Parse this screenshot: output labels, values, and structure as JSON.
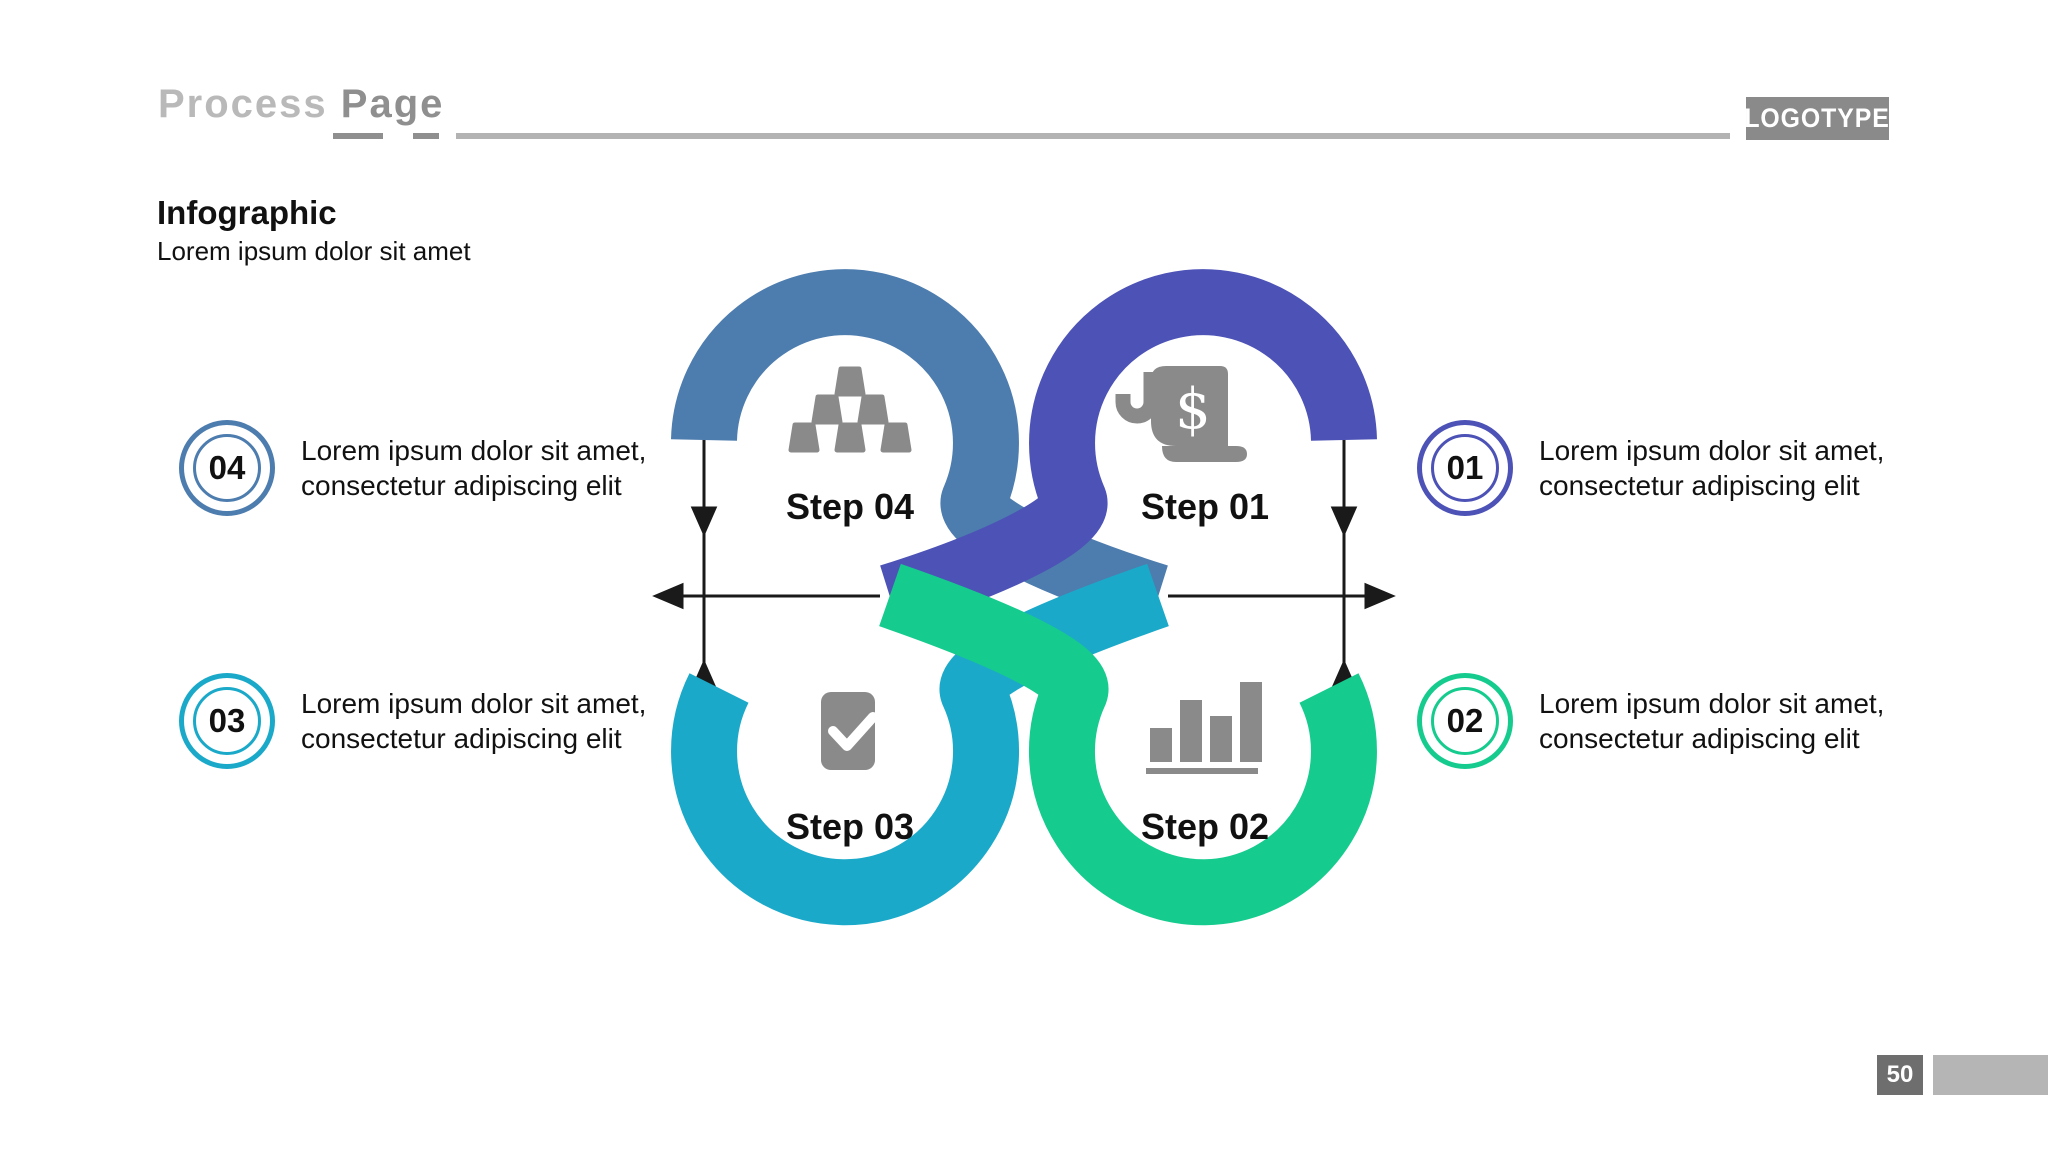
{
  "header": {
    "title_word1": "Process",
    "title_word2": "Page",
    "logotype": "LOGOTYPE"
  },
  "intro": {
    "heading": "Infographic",
    "subtitle": "Lorem ipsum dolor sit amet"
  },
  "steps": [
    {
      "number": "01",
      "label": "Step 01",
      "icon": "receipt-dollar-icon",
      "color": "#4c52b6",
      "desc1": "Lorem ipsum dolor sit amet,",
      "desc2": "consectetur adipiscing elit"
    },
    {
      "number": "02",
      "label": "Step 02",
      "icon": "bar-chart-icon",
      "color": "#16cb8e",
      "desc1": "Lorem ipsum dolor sit amet,",
      "desc2": "consectetur adipiscing elit"
    },
    {
      "number": "03",
      "label": "Step 03",
      "icon": "checkbox-check-icon",
      "color": "#1ba9c9",
      "desc1": "Lorem ipsum dolor sit amet,",
      "desc2": "consectetur adipiscing elit"
    },
    {
      "number": "04",
      "label": "Step 04",
      "icon": "gold-bars-icon",
      "color": "#4d7cae",
      "desc1": "Lorem ipsum dolor sit amet,",
      "desc2": "consectetur adipiscing elit"
    }
  ],
  "icons": {
    "dollar_glyph": "$"
  },
  "footer": {
    "page_number": "50"
  },
  "colors": {
    "step01_indigo": "#4c52b6",
    "step02_green": "#16cb8e",
    "step03_cyan": "#1ba9c9",
    "step04_steel_blue": "#4d7cae",
    "icon_gray": "#8a8a8a",
    "arrow_black": "#1a1a1a",
    "header_light_gray": "#b9b9b9",
    "header_dark_gray": "#8f8f8f",
    "rule_gray": "#b3b3b3",
    "page_badge_dark": "#6e6e6e",
    "page_bar_light": "#b5b5b5",
    "text_black": "#111111"
  }
}
